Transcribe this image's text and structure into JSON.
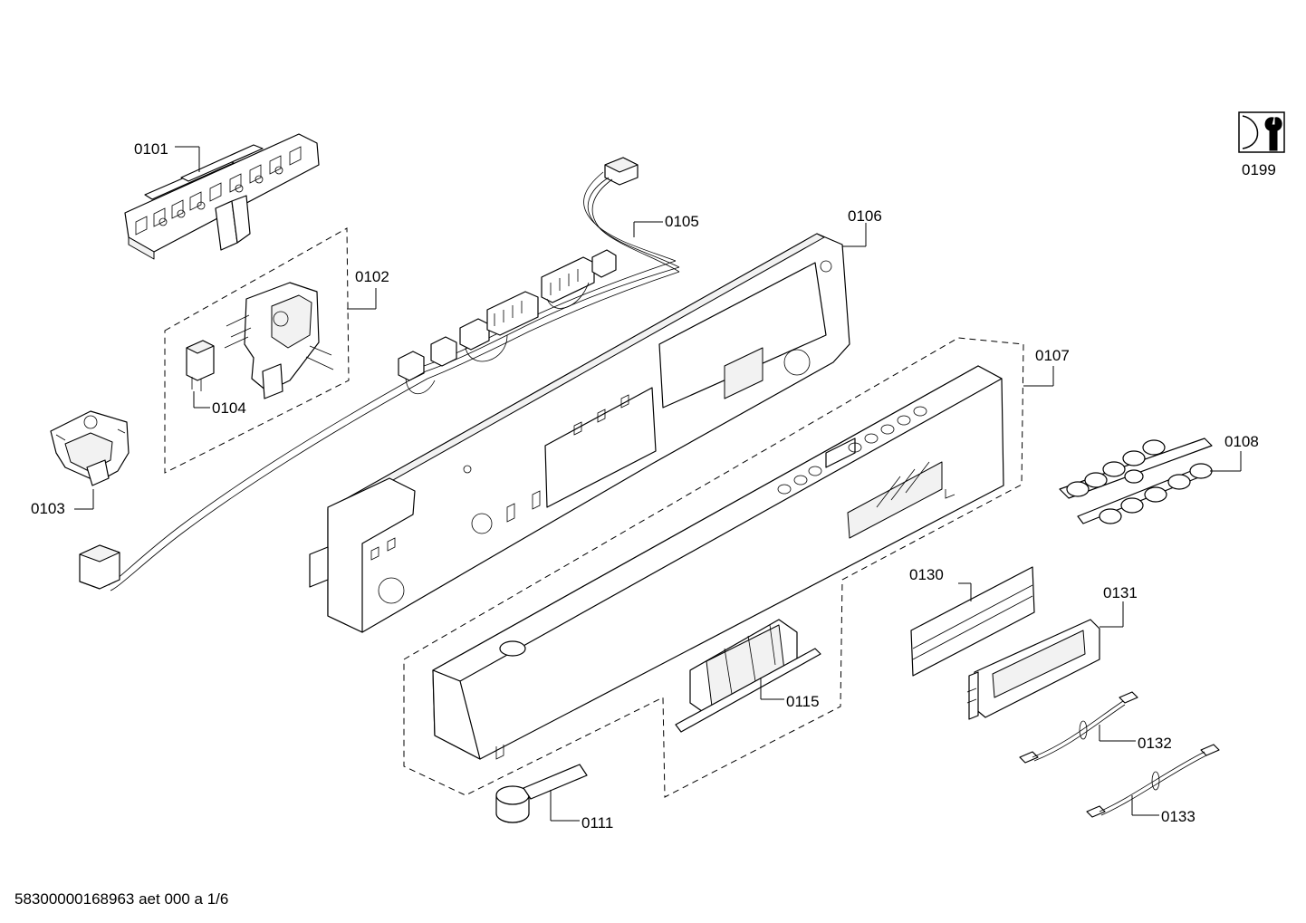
{
  "diagram": {
    "part_labels": {
      "p0101": "0101",
      "p0102": "0102",
      "p0103": "0103",
      "p0104": "0104",
      "p0105": "0105",
      "p0106": "0106",
      "p0107": "0107",
      "p0108": "0108",
      "p0111": "0111",
      "p0115": "0115",
      "p0130": "0130",
      "p0131": "0131",
      "p0132": "0132",
      "p0133": "0133",
      "p0199": "0199"
    },
    "footer": "58300000168963 aet 000 a 1/6",
    "service_icon": "wrench-icon"
  }
}
